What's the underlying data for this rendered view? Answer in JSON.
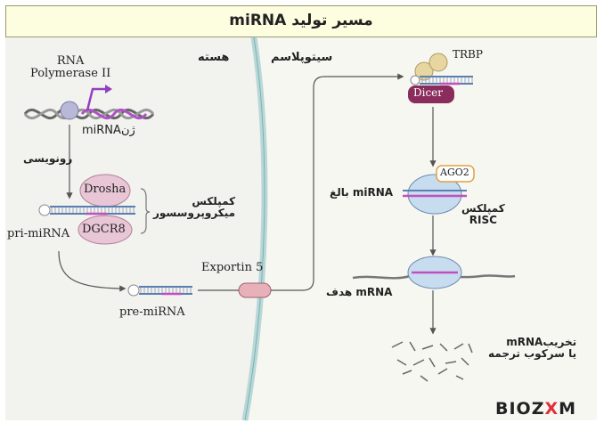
{
  "title": "مسیر تولید miRNA",
  "regions": {
    "nucleus": "هسته",
    "cytoplasm": "سیتوپلاسم"
  },
  "labels": {
    "rna_pol": "RNA\nPolymerase II",
    "mirna_gene": "ژنmiRNA",
    "transcription": "رونویسی",
    "drosha": "Drosha",
    "dgcr8": "DGCR8",
    "microprocessor": "کمپلکس\nمیکروپروسسور",
    "pri_mirna": "pri-miRNA",
    "pre_mirna": "pre-miRNA",
    "exportin": "Exportin 5",
    "trbp": "TRBP",
    "dicer": "Dicer",
    "ago2": "AGO2",
    "mature_mirna": "miRNA بالغ",
    "risc": "کمپلکس\nRISC",
    "target_mrna": "mRNA هدف",
    "outcome": "تخریبmRNA\nیا سرکوب ترجمه"
  },
  "logo": {
    "pre": "BIOZ",
    "x": "X",
    "post": "M"
  },
  "colors": {
    "membrane": "#b8d8d8",
    "drosha": "#e8c6d6",
    "dicer": "#8a2c5c",
    "trbp": "#e8d6a0",
    "risc": "#c8dcf0",
    "exportin": "#e8b0b8",
    "ago2_border": "#e0a040",
    "mirna_pink": "#c050c0",
    "rna_blue": "#5a7fb0",
    "logo_red": "#e0303a"
  }
}
